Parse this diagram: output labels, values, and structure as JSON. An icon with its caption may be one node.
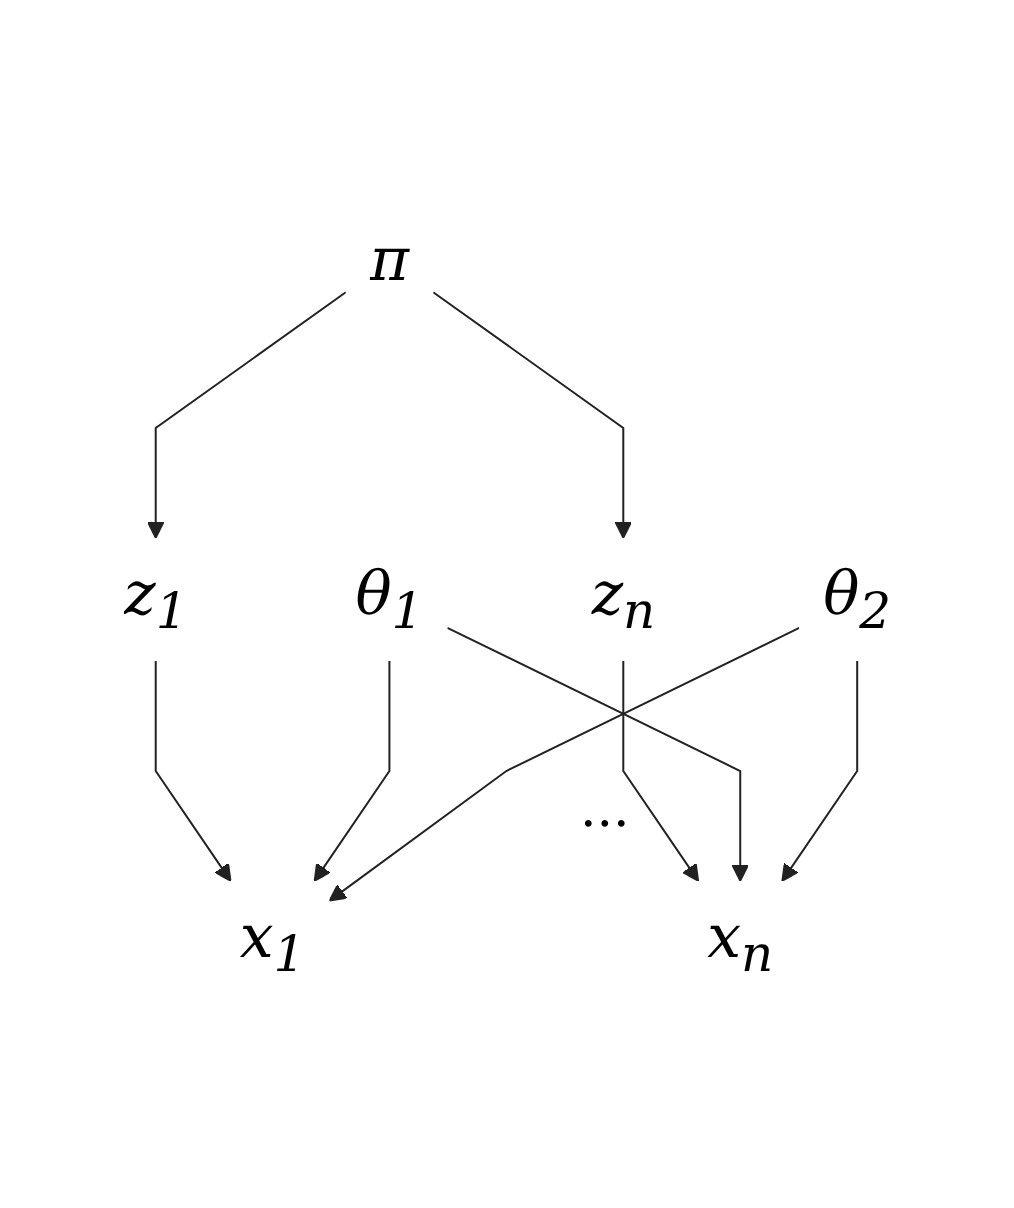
{
  "diagram": {
    "nodes": [
      {
        "text": [
          "π"
        ]
      },
      {
        "text": [
          "z$_{1}$"
        ]
      },
      {
        "text": [
          "z$_{n}$"
        ]
      },
      {
        "text": [
          "θ$_{1}$"
        ]
      },
      {
        "text": [
          "θ$_{2}$"
        ]
      },
      {
        "text": [
          "x$_{1}$"
        ]
      },
      {
        "text": [
          "x$_{n}$"
        ]
      }
    ],
    "edges": [
      {
        "from": 0,
        "to": 1,
        "arrow": "to"
      },
      {
        "from": 0,
        "to": 2,
        "arrow": "to"
      },
      {
        "from": 1,
        "to": 5,
        "arrow": "to"
      },
      {
        "from": 2,
        "to": 6,
        "arrow": "to"
      },
      {
        "from": 3,
        "to": 5,
        "arrow": "to"
      },
      {
        "from": 3,
        "to": 6,
        "arrow": "to"
      },
      {
        "from": 4,
        "to": 5,
        "arrow": "to"
      },
      {
        "from": 4,
        "to": 6,
        "arrow": "to"
      }
    ],
    "labels": [
      "..."
    ]
  }
}
